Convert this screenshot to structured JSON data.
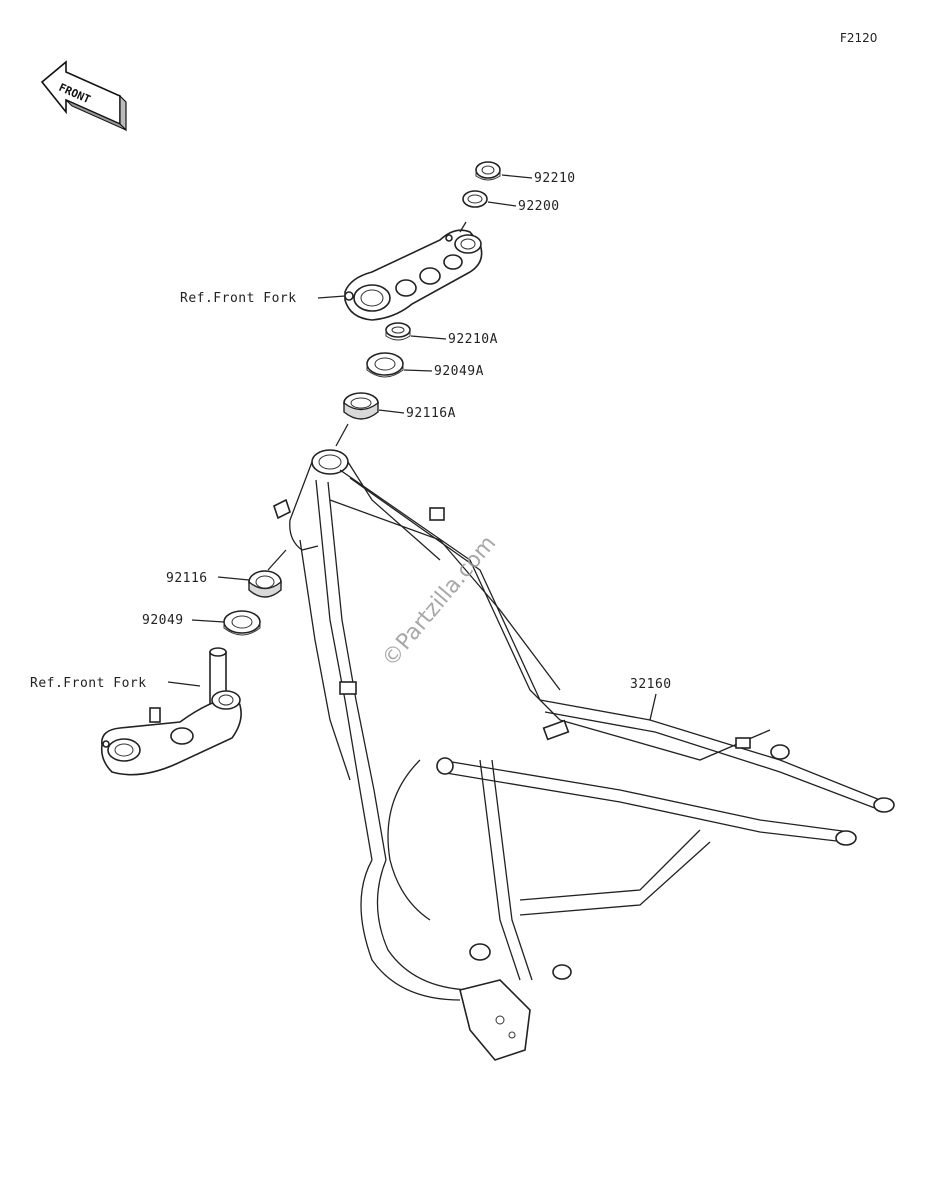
{
  "diagram_code": "F2120",
  "front_indicator": "FRONT",
  "watermark": "©Partzilla.com",
  "callouts": {
    "nut_92210": "92210",
    "washer_92200": "92200",
    "ref_front_fork_upper": "Ref.Front Fork",
    "nut_92210A": "92210A",
    "seal_92049A": "92049A",
    "bearing_92116A": "92116A",
    "bearing_92116": "92116",
    "seal_92049": "92049",
    "ref_front_fork_lower": "Ref.Front Fork",
    "frame_32160": "32160"
  }
}
